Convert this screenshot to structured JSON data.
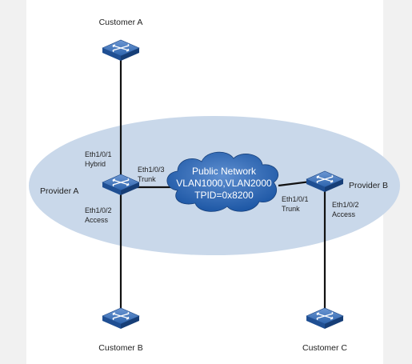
{
  "diagram": {
    "devices": {
      "customer_a": "Customer A",
      "customer_b": "Customer B",
      "customer_c": "Customer C",
      "provider_a": "Provider A",
      "provider_b": "Provider B"
    },
    "ports": {
      "pa_eth101_name": "Eth1/0/1",
      "pa_eth101_mode": "Hybrid",
      "pa_eth103_name": "Eth1/0/3",
      "pa_eth103_mode": "Trunk",
      "pa_eth102_name": "Eth1/0/2",
      "pa_eth102_mode": "Access",
      "pb_eth101_name": "Eth1/0/1",
      "pb_eth101_mode": "Trunk",
      "pb_eth102_name": "Eth1/0/2",
      "pb_eth102_mode": "Access"
    },
    "network": {
      "line1": "Public Network",
      "line2": "VLAN1000,VLAN2000",
      "line3": "TPID=0x8200"
    },
    "colors": {
      "ellipse": "#c9d8ea",
      "cloud": "#1f5aa8",
      "switch": "#2c63ad",
      "line": "#111111"
    }
  }
}
